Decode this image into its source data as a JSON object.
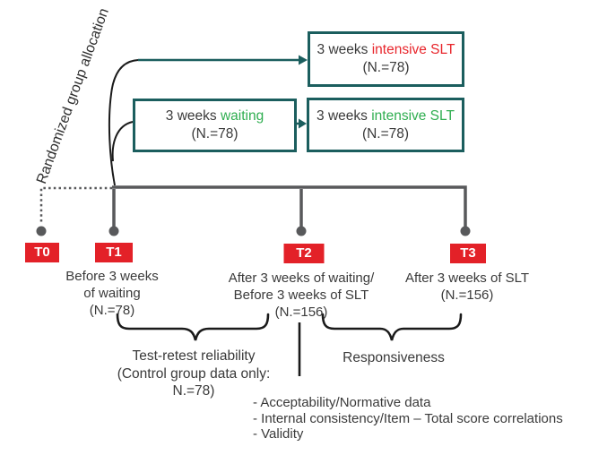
{
  "figure": {
    "allocation_label": "Randomized group allocation",
    "colors": {
      "box_border_teal": "#1b5e5e",
      "arrow_teal": "#1b5e5e",
      "highlight_red": "#e8262c",
      "highlight_green": "#2fae50",
      "badge_red": "#e32128",
      "timeline_gray": "#58595b",
      "annotation_black": "#1a1a1a",
      "text_dark": "#3a3a3a"
    },
    "boxes": {
      "intensive_first": {
        "prefix": "3 weeks ",
        "highlight": "intensive SLT",
        "n_label": "(N.=78)"
      },
      "waiting": {
        "prefix": "3 weeks ",
        "highlight": "waiting",
        "n_label": "(N.=78)"
      },
      "intensive_second": {
        "prefix": "3 weeks ",
        "highlight": "intensive SLT",
        "n_label": "(N.=78)"
      }
    },
    "timepoints": {
      "t0": {
        "badge": "T0"
      },
      "t1": {
        "badge": "T1",
        "line1": "Before 3 weeks",
        "line2": "of waiting",
        "line3": "(N.=78)"
      },
      "t2": {
        "badge": "T2",
        "line1": "After 3 weeks of waiting/",
        "line2": "Before 3 weeks of SLT",
        "line3": "(N.=156)"
      },
      "t3": {
        "badge": "T3",
        "line1": "After 3 weeks of SLT",
        "line2": "(N.=156)"
      }
    },
    "annotations": {
      "test_retest": {
        "line1": "Test-retest reliability",
        "line2": "(Control group data only:",
        "line3": "N.=78)"
      },
      "responsiveness": "Responsiveness",
      "psychometrics": {
        "item1": "- Acceptability/Normative data",
        "item2": "- Internal consistency/Item – Total score correlations",
        "item3": "- Validity"
      }
    }
  }
}
